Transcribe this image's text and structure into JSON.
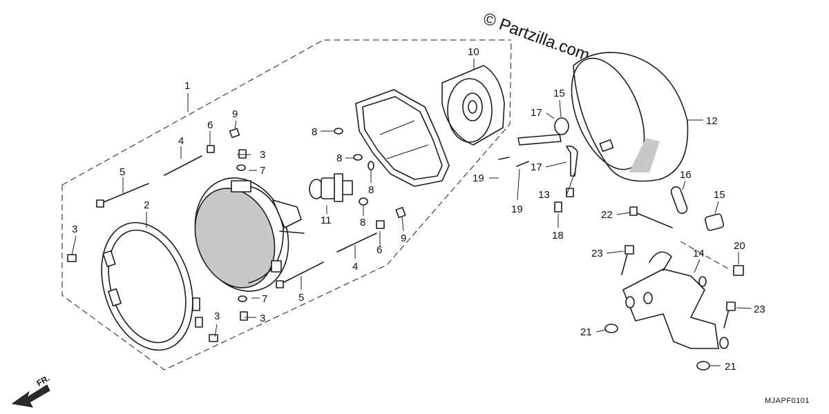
{
  "watermark": "© Partzilla.com",
  "diagram_code": "MJAPF0101",
  "direction_label": "FR.",
  "callouts": {
    "c1": "1",
    "c2": "2",
    "c3a": "3",
    "c3b": "3",
    "c3c": "3",
    "c3d": "3",
    "c4a": "4",
    "c4b": "4",
    "c5a": "5",
    "c5b": "5",
    "c6a": "6",
    "c6b": "6",
    "c7a": "7",
    "c7b": "7",
    "c8a": "8",
    "c8b": "8",
    "c8c": "8",
    "c8d": "8",
    "c9a": "9",
    "c9b": "9",
    "c10": "10",
    "c11": "11",
    "c12": "12",
    "c13": "13",
    "c14": "14",
    "c15a": "15",
    "c15b": "15",
    "c16": "16",
    "c17a": "17",
    "c17b": "17",
    "c18": "18",
    "c19a": "19",
    "c19b": "19",
    "c20": "20",
    "c21a": "21",
    "c21b": "21",
    "c22": "22",
    "c23a": "23",
    "c23b": "23"
  }
}
